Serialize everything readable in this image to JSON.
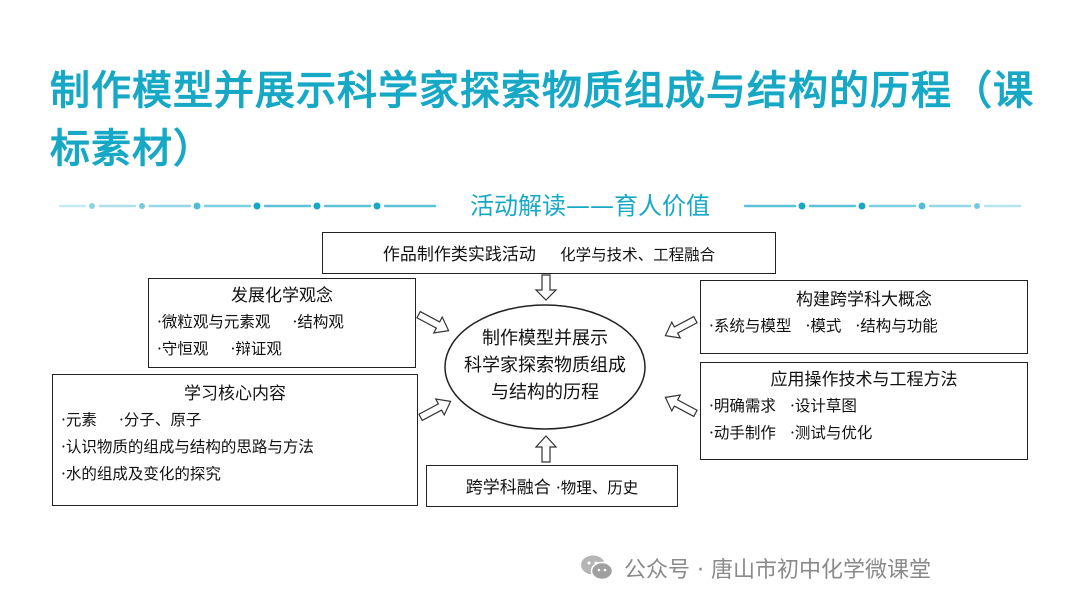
{
  "title": "制作模型并展示科学家探索物质组成与结构的历程（课标素材）",
  "subtitle": "活动解读——育人价值",
  "top_box": {
    "head": "作品制作类实践活动",
    "detail": "化学与技术、工程融合"
  },
  "center": {
    "lines": [
      "制作模型并展示",
      "科学家探索物质组成",
      "与结构的历程"
    ]
  },
  "left_top": {
    "head": "发展化学观念",
    "items": [
      "·微粒观与元素观",
      "·结构观",
      "·守恒观",
      "·辩证观"
    ]
  },
  "left_bottom": {
    "head": "学习核心内容",
    "items": [
      "·元素",
      "·分子、原子",
      "·认识物质的组成与结构的思路与方法",
      "·水的组成及变化的探究"
    ]
  },
  "right_top": {
    "head": "构建跨学科大概念",
    "items": [
      "·系统与模型",
      "·模式",
      "·结构与功能"
    ]
  },
  "right_bottom": {
    "head": "应用操作技术与工程方法",
    "items": [
      "·明确需求",
      "·设计草图",
      "·动手制作",
      "·测试与优化"
    ]
  },
  "bottom_box": {
    "head": "跨学科融合",
    "detail": "·物理、历史"
  },
  "footer": {
    "text": "公众号 · 唐山市初中化学微课堂"
  },
  "colors": {
    "accent": "#17a8c6",
    "footer": "#8a8a8a"
  }
}
